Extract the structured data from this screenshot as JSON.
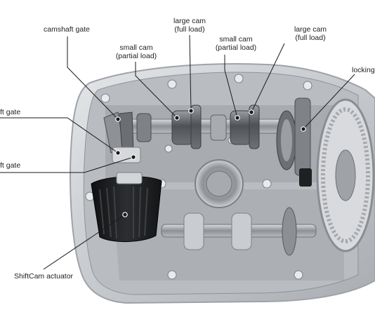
{
  "labels": {
    "camshaft_gate": "camshaft gate",
    "small_cam_left": {
      "line1": "small cam",
      "line2": "(partial load)"
    },
    "large_cam_left": {
      "line1": "large cam",
      "line2": "(full load)"
    },
    "small_cam_right": {
      "line1": "small cam",
      "line2": "(partial load)"
    },
    "large_cam_right": {
      "line1": "large cam",
      "line2": "(full load)"
    },
    "locking": "locking",
    "ft_gate_upper": "ft gate",
    "ft_gate_lower": "ft gate",
    "actuator": "ShiftCam actuator"
  },
  "colors": {
    "housing": "#c9ccd0",
    "housing_edge": "#9ea3a9",
    "cam_dark": "#5a5d61",
    "actuator": "#1e1f21",
    "sprocket": "#8b8f93",
    "leader": "#1a1a1a"
  }
}
